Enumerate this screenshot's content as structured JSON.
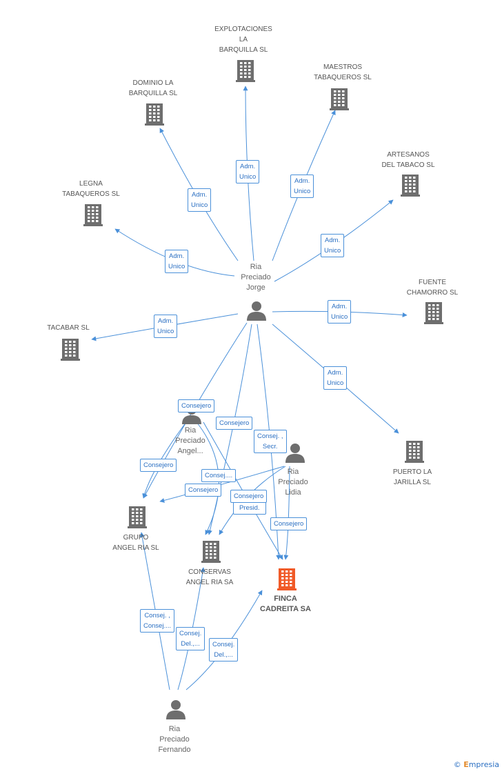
{
  "companies": [
    {
      "id": "explotaciones",
      "label": "EXPLOTACIONES\nLA\nBARQUILLA SL"
    },
    {
      "id": "maestros",
      "label": "MAESTROS\nTABAQUEROS SL"
    },
    {
      "id": "dominio",
      "label": "DOMINIO LA\nBARQUILLA SL"
    },
    {
      "id": "artesanos",
      "label": "ARTESANOS\nDEL TABACO SL"
    },
    {
      "id": "legna",
      "label": "LEGNA\nTABAQUEROS SL"
    },
    {
      "id": "fuente",
      "label": "FUENTE\nCHAMORRO SL"
    },
    {
      "id": "tacabar",
      "label": "TACABAR SL"
    },
    {
      "id": "puerto",
      "label": "PUERTO LA\nJARILLA SL"
    },
    {
      "id": "grupo",
      "label": "GRUPO\nANGEL RIA SL"
    },
    {
      "id": "conservas",
      "label": "CONSERVAS\nANGEL RIA SA"
    },
    {
      "id": "finca",
      "label": "FINCA\nCADREITA SA"
    }
  ],
  "persons": [
    {
      "id": "jorge",
      "label": "Ria\nPreciado\nJorge"
    },
    {
      "id": "angel",
      "label": "Ria\nPreciado\nAngel..."
    },
    {
      "id": "lidia",
      "label": "Ria\nPreciado\nLidia"
    },
    {
      "id": "fernando",
      "label": "Ria\nPreciado\nFernando"
    }
  ],
  "edges": [
    {
      "from": "jorge",
      "to": "explotaciones",
      "label": "Adm.\nUnico"
    },
    {
      "from": "jorge",
      "to": "maestros",
      "label": "Adm.\nUnico"
    },
    {
      "from": "jorge",
      "to": "dominio",
      "label": "Adm.\nUnico"
    },
    {
      "from": "jorge",
      "to": "artesanos",
      "label": "Adm.\nUnico"
    },
    {
      "from": "jorge",
      "to": "legna",
      "label": "Adm.\nUnico"
    },
    {
      "from": "jorge",
      "to": "fuente",
      "label": "Adm.\nUnico"
    },
    {
      "from": "jorge",
      "to": "tacabar",
      "label": "Adm.\nUnico"
    },
    {
      "from": "jorge",
      "to": "puerto",
      "label": "Adm.\nUnico"
    },
    {
      "from": "jorge",
      "to": "grupo",
      "label": "Consejero"
    },
    {
      "from": "jorge",
      "to": "conservas",
      "label": "Consejero"
    },
    {
      "from": "jorge",
      "to": "finca",
      "label": "Consej. ,\nSecr."
    },
    {
      "from": "angel",
      "to": "grupo",
      "label": "Consejero"
    },
    {
      "from": "angel",
      "to": "conservas",
      "label": "Consej...."
    },
    {
      "from": "angel",
      "to": "finca",
      "label": "Consej. ,\nPresid."
    },
    {
      "from": "lidia",
      "to": "grupo",
      "label": "Consejero"
    },
    {
      "from": "lidia",
      "to": "conservas",
      "label": "Consejero"
    },
    {
      "from": "lidia",
      "to": "finca",
      "label": "Consejero"
    },
    {
      "from": "fernando",
      "to": "grupo",
      "label": "Consej. ,\nConsej...."
    },
    {
      "from": "fernando",
      "to": "conservas",
      "label": "Consej.\nDel.,..."
    },
    {
      "from": "fernando",
      "to": "finca",
      "label": "Consej.\nDel.,..."
    }
  ],
  "colors": {
    "edge": "#4a90d9",
    "building": "#6e6e6e",
    "highlight": "#f05a28",
    "person": "#6e6e6e"
  },
  "footer": {
    "copyright": "©",
    "brand_e": "E",
    "brand_rest": "mpresia"
  }
}
